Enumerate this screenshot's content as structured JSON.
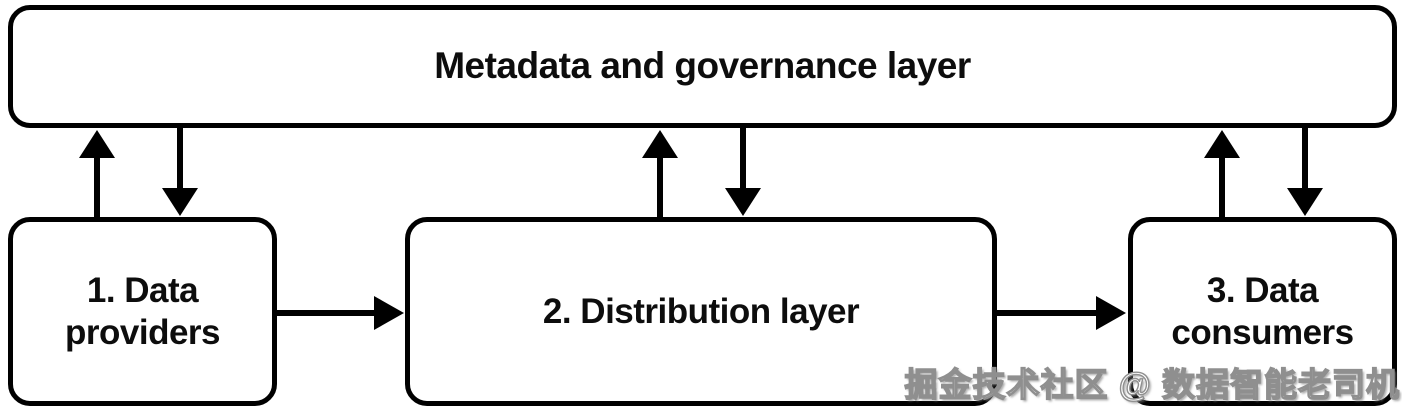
{
  "metadata_layer": {
    "label": "Metadata and governance layer"
  },
  "boxes": [
    {
      "label": "1. Data providers"
    },
    {
      "label": "2. Distribution layer"
    },
    {
      "label": "3. Data consumers"
    }
  ],
  "connections": [
    {
      "from": "data-providers",
      "to": "metadata-governance-layer",
      "type": "bidirectional"
    },
    {
      "from": "distribution-layer",
      "to": "metadata-governance-layer",
      "type": "bidirectional"
    },
    {
      "from": "data-consumers",
      "to": "metadata-governance-layer",
      "type": "bidirectional"
    },
    {
      "from": "data-providers",
      "to": "distribution-layer",
      "type": "unidirectional"
    },
    {
      "from": "distribution-layer",
      "to": "data-consumers",
      "type": "unidirectional"
    }
  ],
  "watermark": {
    "text": "掘金技术社区 @ 数据智能老司机"
  },
  "colors": {
    "line": "#000000",
    "background": "#ffffff",
    "text": "#0d0d0d",
    "watermark_fill": "#ffffff",
    "watermark_outline": "#8f8f8f"
  }
}
